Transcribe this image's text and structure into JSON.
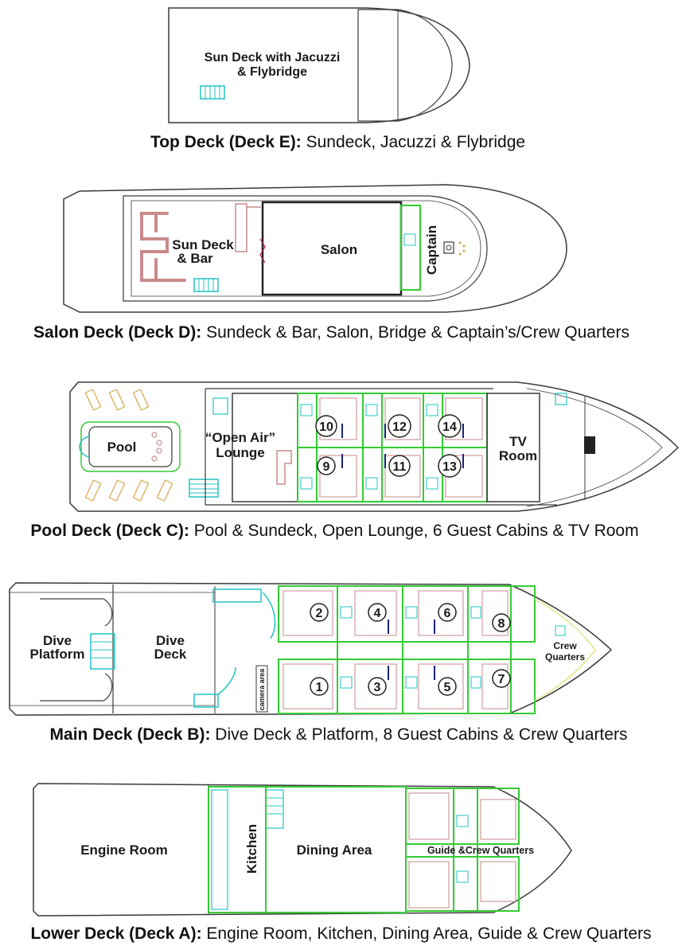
{
  "decks": [
    {
      "id": "deck-e",
      "caption_name": "Top Deck (Deck E):",
      "caption_desc": " Sundeck, Jacuzzi & Flybridge",
      "labels": {
        "sundeck_line1": "Sun Deck with Jacuzzi",
        "sundeck_line2": "& Flybridge"
      }
    },
    {
      "id": "deck-d",
      "caption_name": "Salon Deck (Deck D):",
      "caption_desc": " Sundeck & Bar, Salon, Bridge & Captain’s/Crew Quarters",
      "labels": {
        "sundeck_line1": "Sun Deck",
        "sundeck_line2": "& Bar",
        "salon": "Salon",
        "captain": "Captain"
      }
    },
    {
      "id": "deck-c",
      "caption_name": "Pool Deck (Deck C):",
      "caption_desc": " Pool & Sundeck, Open Lounge, 6 Guest Cabins & TV Room",
      "labels": {
        "pool": "Pool",
        "lounge_line1": "“Open Air”",
        "lounge_line2": "Lounge",
        "tv_line1": "TV",
        "tv_line2": "Room"
      },
      "cabins": [
        "10",
        "9",
        "12",
        "11",
        "14",
        "13"
      ]
    },
    {
      "id": "deck-b",
      "caption_name": "Main Deck (Deck B):",
      "caption_desc": " Dive Deck & Platform, 8 Guest Cabins & Crew Quarters",
      "labels": {
        "platform_line1": "Dive",
        "platform_line2": "Platform",
        "divedeck_line1": "Dive",
        "divedeck_line2": "Deck",
        "camera": "camera area",
        "crew_line1": "Crew",
        "crew_line2": "Quarters"
      },
      "cabins": [
        "2",
        "1",
        "4",
        "3",
        "6",
        "5",
        "8",
        "7"
      ]
    },
    {
      "id": "deck-a",
      "caption_name": "Lower Deck (Deck A):",
      "caption_desc": " Engine Room, Kitchen, Dining Area, Guide & Crew Quarters",
      "labels": {
        "engine": "Engine Room",
        "kitchen": "Kitchen",
        "dining": "Dining Area",
        "guide": "Guide &Crew Quarters"
      }
    }
  ],
  "colors": {
    "outline": "#3a3a3a",
    "partition": "#33cc33",
    "furniture": "#c98a8a",
    "stairs": "#22c4c4",
    "arrow": "#1a237e"
  }
}
